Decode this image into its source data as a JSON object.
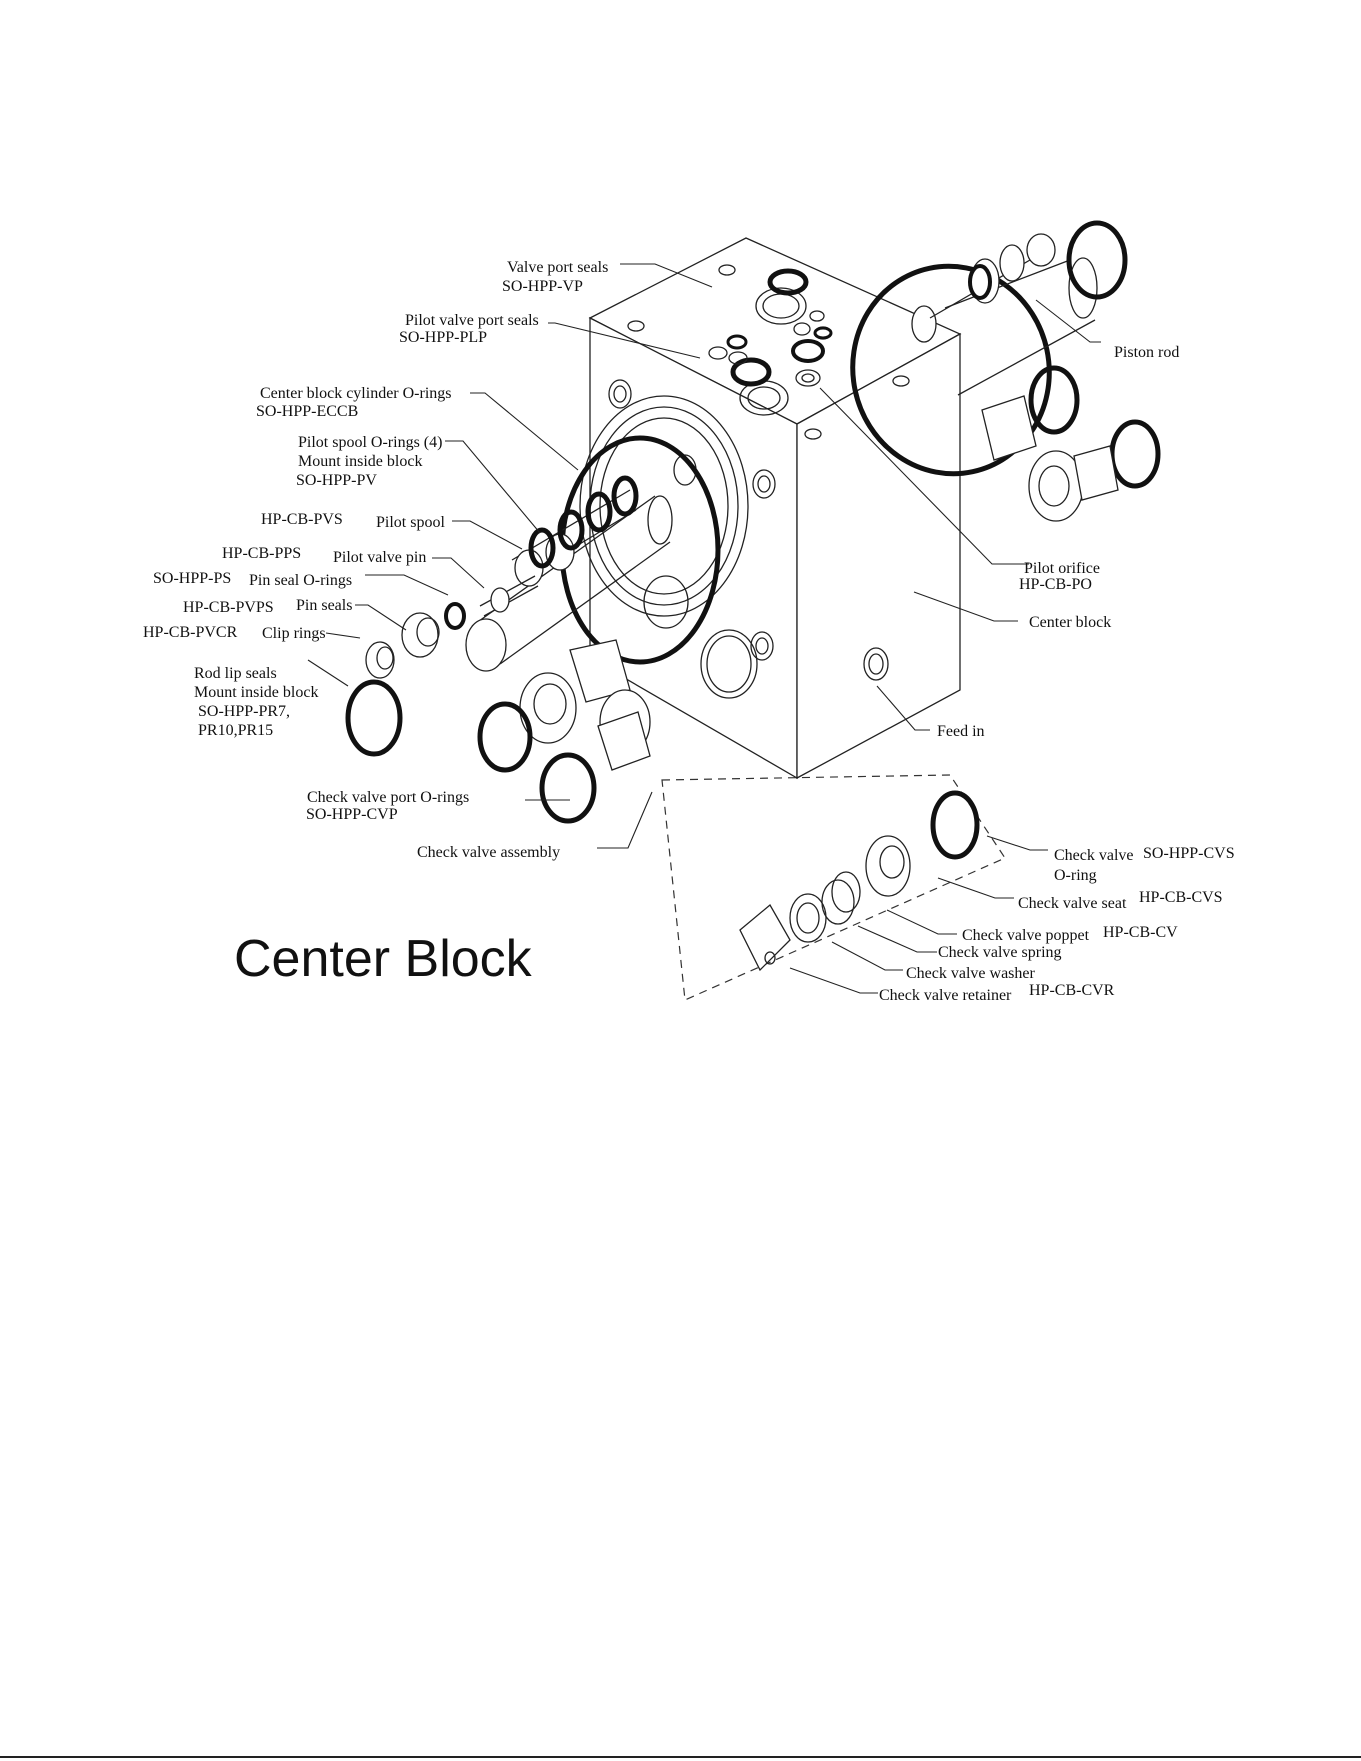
{
  "title": "Center Block",
  "labels": {
    "valve_port_seals": "Valve port seals",
    "so_hpp_vp": "SO-HPP-VP",
    "pilot_valve_port_seals": "Pilot valve port seals",
    "so_hpp_plp": "SO-HPP-PLP",
    "center_block_cylinder_orings": "Center block cylinder O-rings",
    "so_hpp_eccb": "SO-HPP-ECCB",
    "pilot_spool_orings": "Pilot spool O-rings (4)",
    "mount_inside_block_1": "Mount inside block",
    "so_hpp_pv": "SO-HPP-PV",
    "hp_cb_pvs": "HP-CB-PVS",
    "pilot_spool": "Pilot spool",
    "hp_cb_pps": "HP-CB-PPS",
    "pilot_valve_pin": "Pilot valve pin",
    "so_hpp_ps": "SO-HPP-PS",
    "pin_seal_orings": "Pin seal O-rings",
    "hp_cb_pvps": "HP-CB-PVPS",
    "pin_seals": "Pin seals",
    "hp_cb_pvcr": "HP-CB-PVCR",
    "clip_rings": "Clip rings",
    "rod_lip_seals": "Rod lip seals",
    "mount_inside_block_2": "Mount inside block",
    "so_hpp_pr7": "SO-HPP-PR7,",
    "pr10_pr15": "PR10,PR15",
    "check_valve_port_orings": "Check valve port O-rings",
    "so_hpp_cvp": "SO-HPP-CVP",
    "check_valve_assembly": "Check valve assembly",
    "piston_rod": "Piston rod",
    "pilot_orifice": "Pilot orifice",
    "hp_cb_po": "HP-CB-PO",
    "center_block": "Center block",
    "feed_in": "Feed in",
    "check_valve": "Check valve",
    "o_ring": "O-ring",
    "so_hpp_cvs": "SO-HPP-CVS",
    "check_valve_seat": "Check valve seat",
    "hp_cb_cvs": "HP-CB-CVS",
    "check_valve_poppet": "Check valve poppet",
    "hp_cb_cv": "HP-CB-CV",
    "check_valve_spring": "Check valve spring",
    "check_valve_washer": "Check valve washer",
    "check_valve_retainer": "Check valve retainer",
    "hp_cb_cvr": "HP-CB-CVR"
  }
}
